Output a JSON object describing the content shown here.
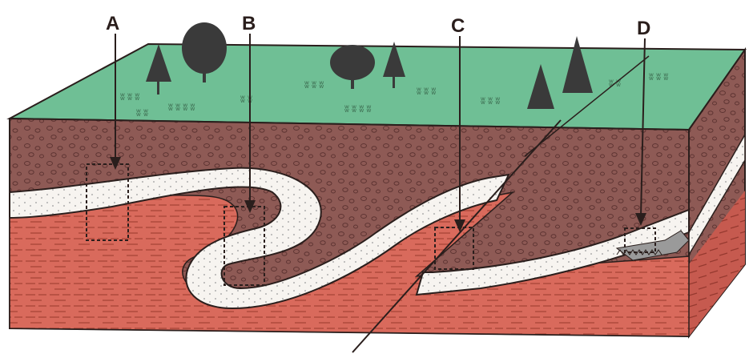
{
  "diagram": {
    "labels": {
      "a": "A",
      "b": "B",
      "c": "C",
      "d": "D"
    },
    "colors": {
      "grass": "#6fbf95",
      "soil": "#8e5a55",
      "soil_dark": "#7a4944",
      "bedrock": "#d96a5c",
      "bedrock_side": "#c65a4f",
      "layer_white": "#f7f4f0",
      "tree": "#3a3a3a",
      "outline": "#2a1e1c"
    },
    "icons": [
      "tree-icon",
      "shrub-icon",
      "arrow-icon"
    ]
  }
}
